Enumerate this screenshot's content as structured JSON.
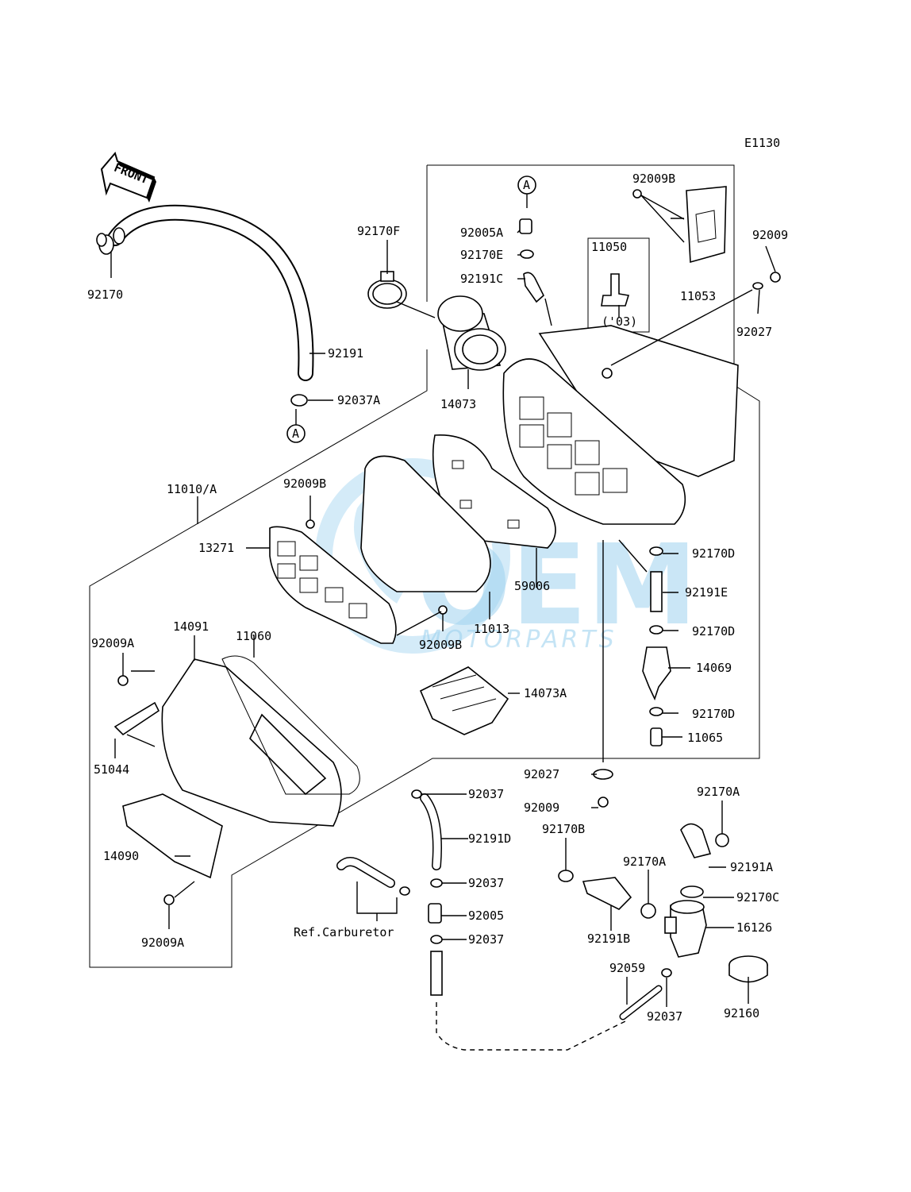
{
  "diagram_code": "E1130",
  "front_label": "FRONT",
  "ref_marker": "A",
  "watermark": {
    "brand": "OEM",
    "sub": "MOTORPARTS",
    "color": "#9fd3ef"
  },
  "note_03": "('03)",
  "ref_carburetor": "Ref.Carburetor",
  "labels": {
    "p92170": "92170",
    "p92191": "92191",
    "p92037A": "92037A",
    "p92170F": "92170F",
    "p92005A": "92005A",
    "p92170E": "92170E",
    "p92191C": "92191C",
    "p92009B_top": "92009B",
    "p11050": "11050",
    "p11053": "11053",
    "p92009_top": "92009",
    "p92027_top": "92027",
    "p14073": "14073",
    "p11010A": "11010/A",
    "p92009B_mid": "92009B",
    "p13271": "13271",
    "p59006": "59006",
    "p11013": "11013",
    "p92009B_low": "92009B",
    "p92170D_1": "92170D",
    "p92191E": "92191E",
    "p92170D_2": "92170D",
    "p14069": "14069",
    "p92170D_3": "92170D",
    "p11065": "11065",
    "p92009A_1": "92009A",
    "p14091": "14091",
    "p11060": "11060",
    "p14073A": "14073A",
    "p51044": "51044",
    "p92027_low": "92027",
    "p92009_low": "92009",
    "p92037_1": "92037",
    "p92191D": "92191D",
    "p92170A_1": "92170A",
    "p92170B": "92170B",
    "p14090": "14090",
    "p92037_2": "92037",
    "p92191A": "92191A",
    "p92170A_2": "92170A",
    "p92170C": "92170C",
    "p92005": "92005",
    "p92009A_2": "92009A",
    "p92037_3": "92037",
    "p16126": "16126",
    "p92191B": "92191B",
    "p92059": "92059",
    "p92037_4": "92037",
    "p92160": "92160"
  }
}
